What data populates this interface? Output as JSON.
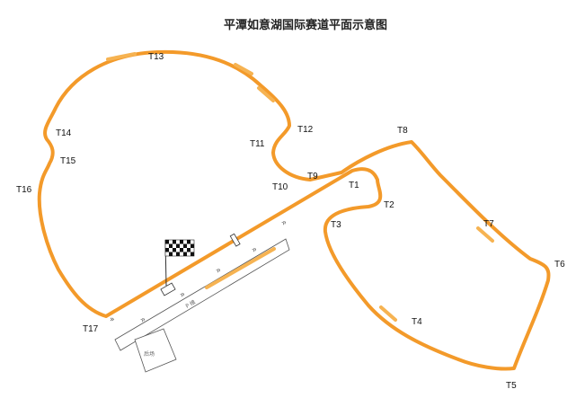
{
  "title": "平潭如意湖国际赛道平面示意图",
  "track_color": "#f39a2a",
  "track_highlight": "#f6b352",
  "turns": [
    {
      "label": "T1"
    },
    {
      "label": "T2"
    },
    {
      "label": "T3"
    },
    {
      "label": "T4"
    },
    {
      "label": "T5"
    },
    {
      "label": "T6"
    },
    {
      "label": "T7"
    },
    {
      "label": "T8"
    },
    {
      "label": "T9"
    },
    {
      "label": "T10"
    },
    {
      "label": "T11"
    },
    {
      "label": "T12"
    },
    {
      "label": "T13"
    },
    {
      "label": "T14"
    },
    {
      "label": "T15"
    },
    {
      "label": "T16"
    },
    {
      "label": "T17"
    }
  ],
  "pit_lane_label": "P 维",
  "paddock_label": "后场",
  "pit_arrows": [
    "»",
    "»",
    "»",
    "»",
    "»",
    "»"
  ],
  "icons": {
    "start_finish": "checkered-flag-icon"
  }
}
